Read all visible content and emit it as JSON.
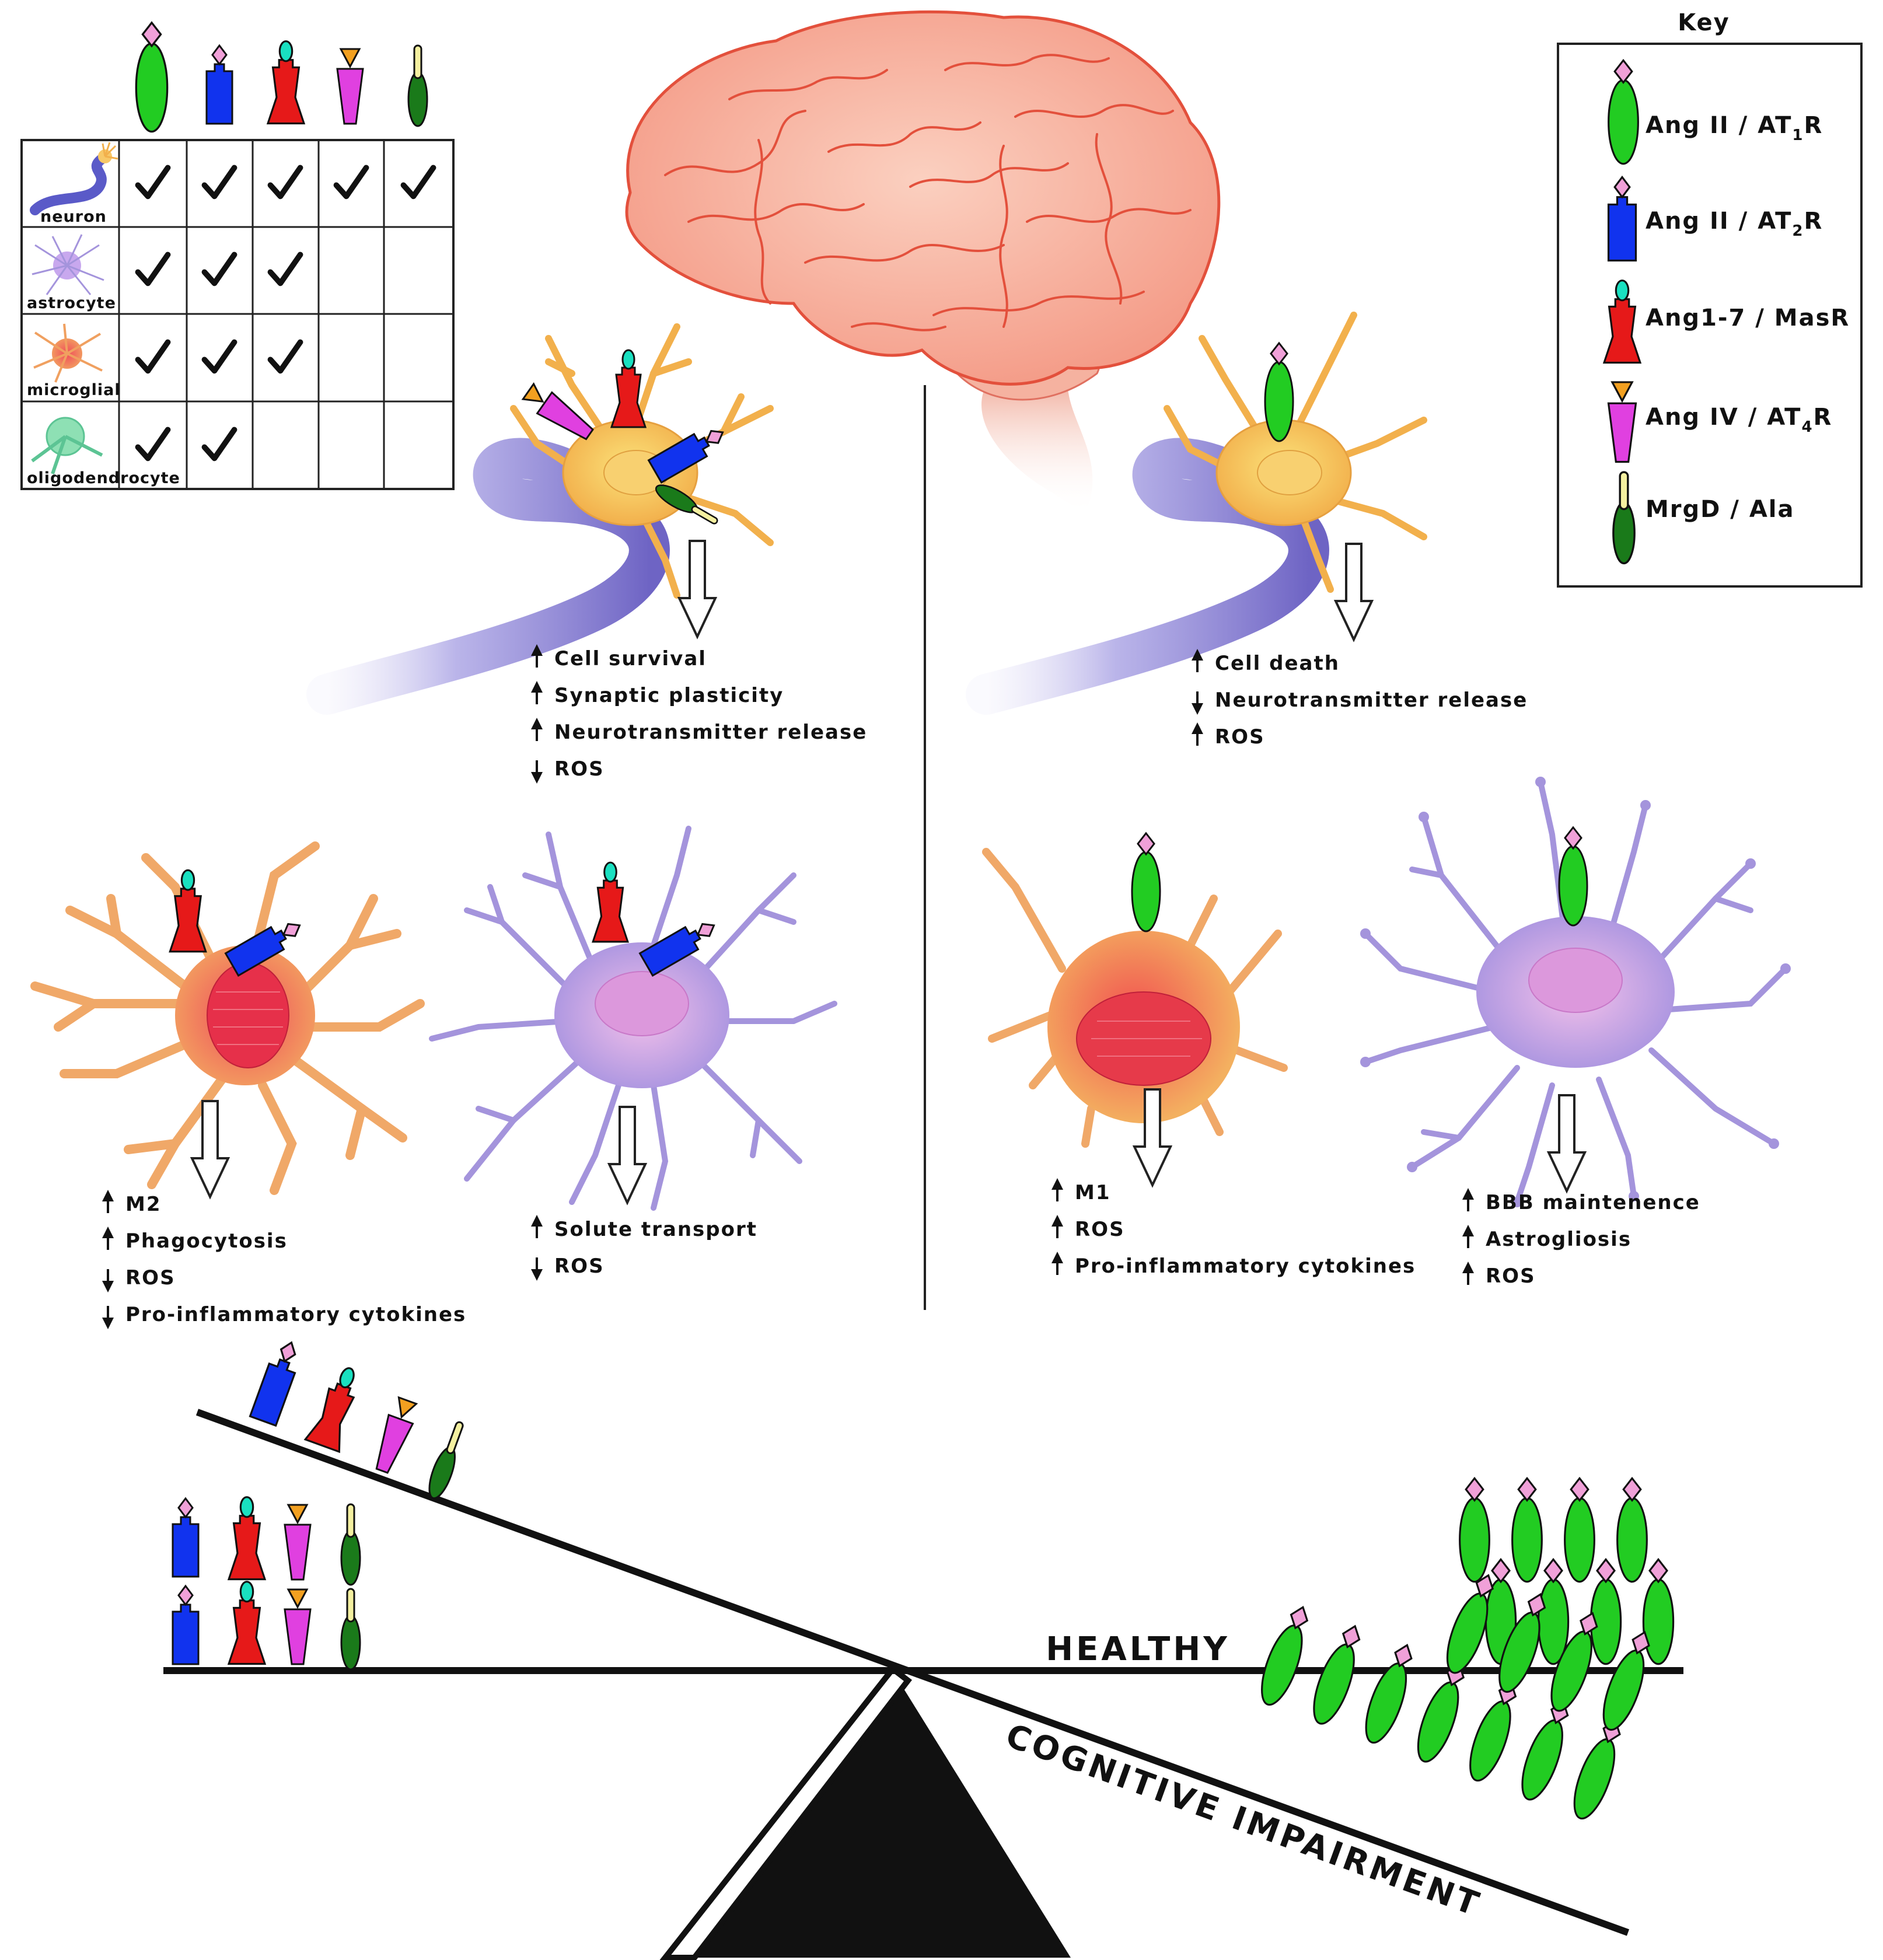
{
  "key": {
    "title": "Key",
    "items": [
      {
        "id": "at1",
        "label_main": "Ang II / AT",
        "sub": "1",
        "tail": "R",
        "icon": "ang-ii-at1r-icon"
      },
      {
        "id": "at2",
        "label_main": "Ang II / AT",
        "sub": "2",
        "tail": "R",
        "icon": "ang-ii-at2r-icon"
      },
      {
        "id": "mas",
        "label_main": "Ang1-7 / MasR",
        "icon": "ang1-7-masr-icon"
      },
      {
        "id": "at4",
        "label_main": "Ang IV / AT",
        "sub": "4",
        "tail": "R",
        "icon": "ang-iv-at4r-icon"
      },
      {
        "id": "mrgd",
        "label_main": "MrgD / Ala",
        "icon": "mrgd-ala-icon"
      }
    ]
  },
  "expression_table": {
    "columns": [
      "ang-ii-at1r-icon",
      "ang-ii-at2r-icon",
      "ang1-7-masr-icon",
      "ang-iv-at4r-icon",
      "mrgd-ala-icon"
    ],
    "rows": [
      {
        "cell": "neuron",
        "checks": [
          true,
          true,
          true,
          true,
          true
        ]
      },
      {
        "cell": "astrocyte",
        "checks": [
          true,
          true,
          true,
          false,
          false
        ]
      },
      {
        "cell": "microglial",
        "checks": [
          true,
          true,
          true,
          false,
          false
        ]
      },
      {
        "cell": "oligodendrocyte",
        "checks": [
          true,
          true,
          false,
          false,
          false
        ]
      }
    ]
  },
  "healthy_side": {
    "neuron_effects": [
      {
        "dir": "up",
        "text": "Cell survival"
      },
      {
        "dir": "up",
        "text": "Synaptic plasticity"
      },
      {
        "dir": "up",
        "text": "Neurotransmitter release"
      },
      {
        "dir": "down",
        "text": "ROS"
      }
    ],
    "microglia_effects": [
      {
        "dir": "up",
        "text": "M2"
      },
      {
        "dir": "up",
        "text": "Phagocytosis"
      },
      {
        "dir": "down",
        "text": "ROS"
      },
      {
        "dir": "down",
        "text": "Pro-inflammatory cytokines"
      }
    ],
    "astrocyte_effects": [
      {
        "dir": "up",
        "text": "Solute transport"
      },
      {
        "dir": "down",
        "text": "ROS"
      }
    ]
  },
  "impaired_side": {
    "neuron_effects": [
      {
        "dir": "up",
        "text": "Cell death"
      },
      {
        "dir": "down",
        "text": "Neurotransmitter release"
      },
      {
        "dir": "up",
        "text": "ROS"
      }
    ],
    "microglia_effects": [
      {
        "dir": "up",
        "text": "M1"
      },
      {
        "dir": "up",
        "text": "ROS"
      },
      {
        "dir": "up",
        "text": "Pro-inflammatory cytokines"
      }
    ],
    "astrocyte_effects": [
      {
        "dir": "up",
        "text": "BBB maintenence"
      },
      {
        "dir": "up",
        "text": "Astrogliosis"
      },
      {
        "dir": "up",
        "text": "ROS"
      }
    ]
  },
  "balance": {
    "healthy_label": "HEALTHY",
    "impaired_label": "COGNITIVE IMPAIRMENT"
  },
  "colors": {
    "at1_green": "#22cc22",
    "at2_blue": "#1133ee",
    "mas_red": "#e61919",
    "at4_magenta": "#e040e0",
    "mrgd_darkgreen": "#1a7a1a",
    "ligand_pink": "#f0a0d8",
    "ligand_cyan": "#19e0c0",
    "ligand_orange": "#f2a020",
    "ligand_yellow": "#f4f0a0",
    "brain": "#f6a896",
    "neuron_body": "#f7c868",
    "axon_purple": "#7f78cc",
    "astrocyte_purple": "#b49ae0",
    "microglia_orange": "#f0a868"
  }
}
